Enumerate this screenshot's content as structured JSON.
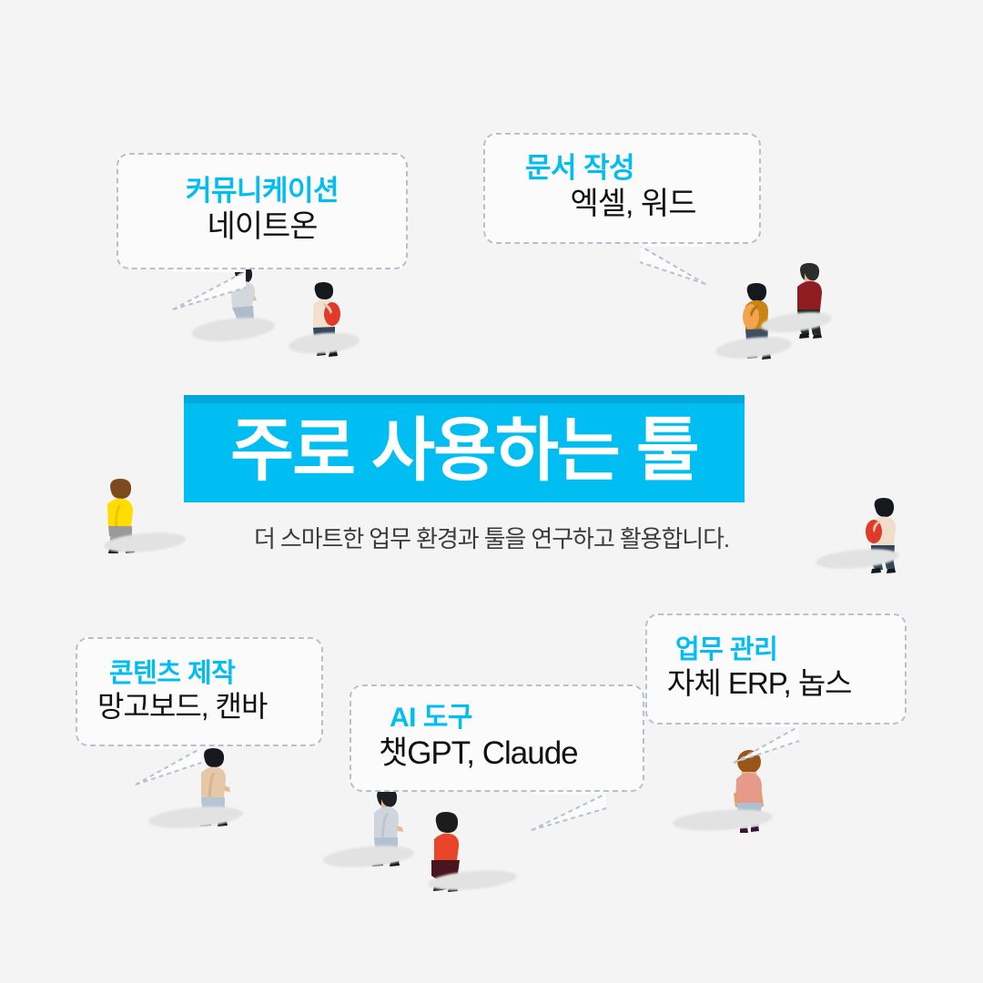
{
  "page": {
    "background_color": "#f4f4f4",
    "accent_color": "#00bdf2",
    "accent_dark_color": "#03a7db",
    "body_text_color": "#111111"
  },
  "banner": {
    "title": "주로 사용하는 툴",
    "subtitle": "더 스마트한 업무 환경과 툴을 연구하고 활용합니다."
  },
  "bubbles": [
    {
      "id": "communication",
      "title": "커뮤니케이션",
      "subtitle": "네이트온"
    },
    {
      "id": "documents",
      "title": "문서 작성",
      "subtitle": "엑셀, 워드"
    },
    {
      "id": "content",
      "title": "콘텐츠 제작",
      "subtitle": "망고보드, 캔바"
    },
    {
      "id": "ai-tools",
      "title": "AI 도구",
      "subtitle": "챗GPT, Claude"
    },
    {
      "id": "task-management",
      "title": "업무 관리",
      "subtitle": "자체 ERP, 놉스"
    }
  ],
  "people": [
    {
      "id": "walker-gray-jacket",
      "colors": {
        "hair": "#1c2024",
        "top": "#d3d8dd",
        "bottom": "#aebcc9",
        "shoes": "#15181c",
        "skin": "#e8b98c"
      }
    },
    {
      "id": "walker-red-backpack",
      "colors": {
        "hair": "#15181c",
        "top": "#f0e0cf",
        "bottom": "#33465a",
        "bag": "#e03a2a",
        "shoes": "#15181c"
      }
    },
    {
      "id": "walker-orange-backpack",
      "colors": {
        "hair": "#15181c",
        "top": "#c98416",
        "bottom": "#3d4f63",
        "bag": "#f0a44b",
        "shoes": "#15181c"
      }
    },
    {
      "id": "walker-maroon-sweater",
      "colors": {
        "hair": "#2c2c2c",
        "top": "#8e1d22",
        "bottom": "#1f2a22",
        "shoes": "#15181c",
        "skin": "#e8b98c"
      }
    },
    {
      "id": "walker-yellow-jacket",
      "colors": {
        "hair": "#7b4a1e",
        "top": "#ffdd00",
        "bottom": "#9a9a9a",
        "shoes": "#15181c"
      }
    },
    {
      "id": "walker-beige-red-bag",
      "colors": {
        "hair": "#15181c",
        "top": "#f0ddcb",
        "bottom": "#33465a",
        "bag": "#e03a2a",
        "shoes": "#15181c"
      }
    },
    {
      "id": "walker-tan-jacket",
      "colors": {
        "hair": "#15181c",
        "top": "#e6c8a8",
        "bottom": "#b7c4d3",
        "shoes": "#15181c"
      }
    },
    {
      "id": "walker-light-gray",
      "colors": {
        "hair": "#1c2024",
        "top": "#ced5dc",
        "bottom": "#b3c2d1",
        "shoes": "#15181c",
        "skin": "#e8b98c"
      }
    },
    {
      "id": "walker-red-skirt",
      "colors": {
        "hair": "#1c1c1c",
        "top": "#e8452a",
        "bottom": "#4a1420",
        "shoes": "#15181c"
      }
    },
    {
      "id": "walker-salmon-sweater",
      "colors": {
        "hair": "#9a5618",
        "top": "#e79a8a",
        "bottom": "#aec0d2",
        "shoes": "#3c1030"
      }
    }
  ]
}
